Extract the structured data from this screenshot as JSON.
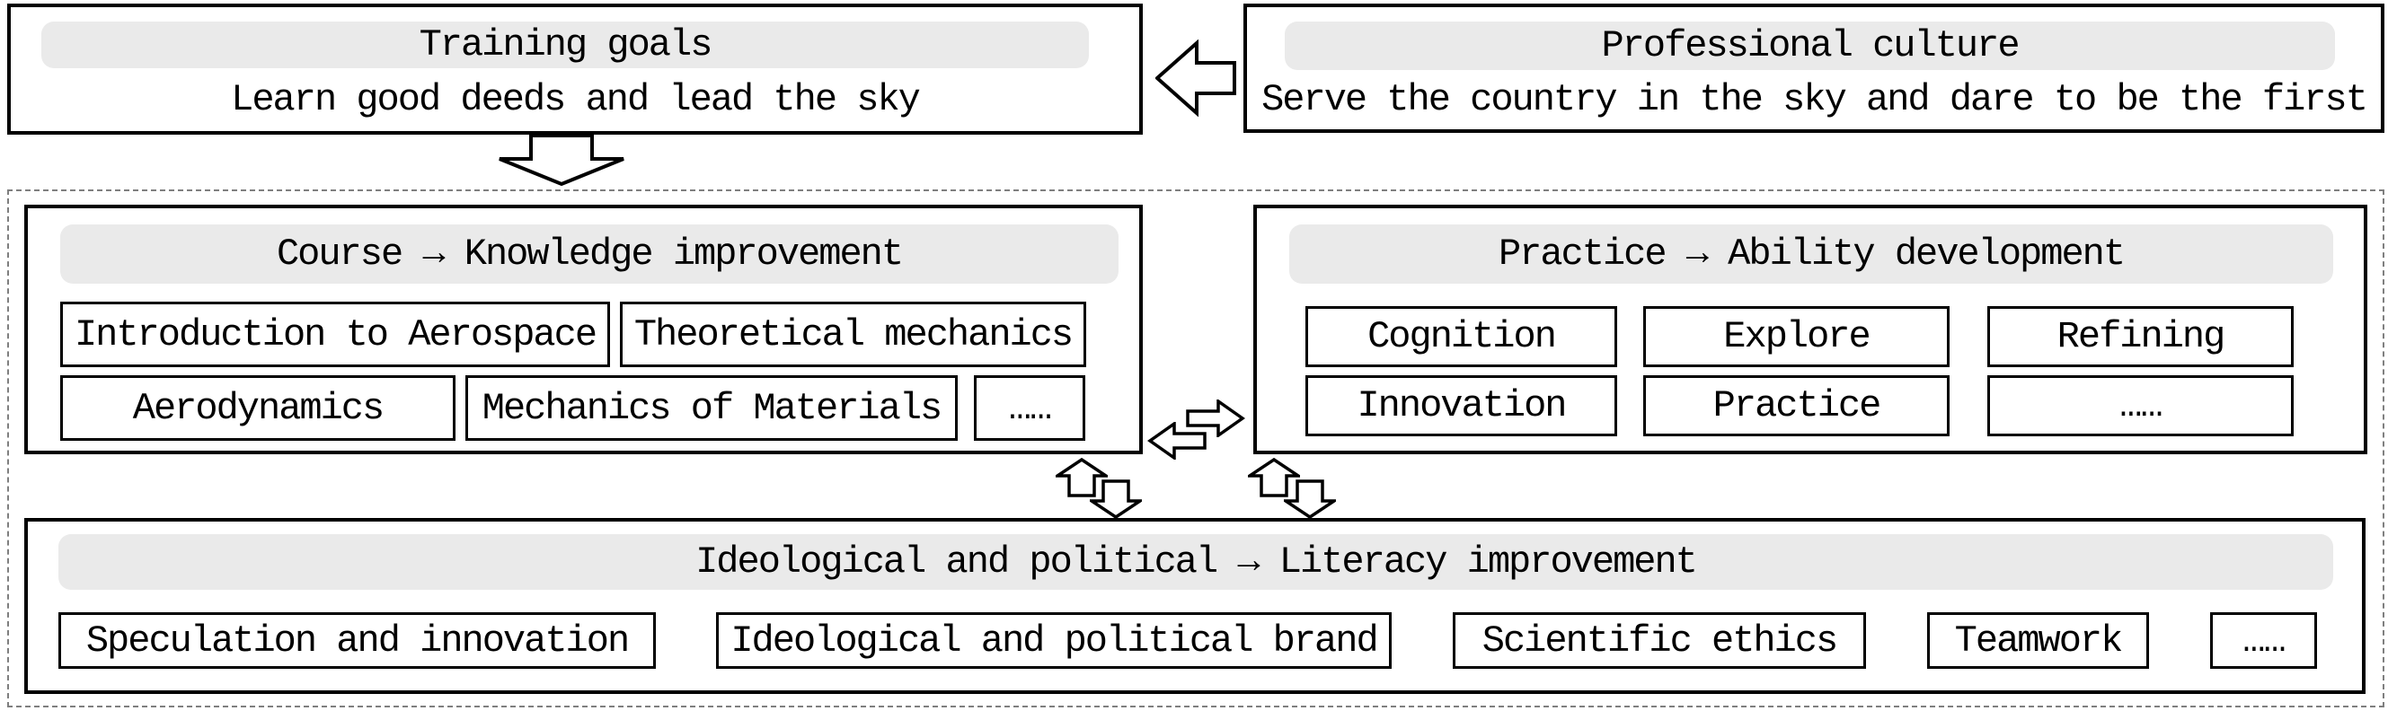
{
  "training": {
    "title": "Training goals",
    "subtitle": "Learn good deeds and lead the sky"
  },
  "culture": {
    "title": "Professional culture",
    "subtitle": "Serve the country in the sky and dare to be the first"
  },
  "course": {
    "title": "Course → Knowledge improvement",
    "rows": [
      [
        "Introduction to Aerospace",
        "Theoretical mechanics"
      ],
      [
        "Aerodynamics",
        "Mechanics of Materials",
        "……"
      ]
    ]
  },
  "practice": {
    "title": "Practice → Ability development",
    "rows": [
      [
        "Cognition",
        "Explore",
        "Refining"
      ],
      [
        "Innovation",
        "Practice",
        "……"
      ]
    ]
  },
  "ideological": {
    "title": "Ideological and political → Literacy improvement",
    "items": [
      "Speculation and innovation",
      "Ideological and political brand",
      "Scientific ethics",
      "Teamwork",
      "……"
    ]
  },
  "icons": {
    "between_top_boxes": "left-block-arrow",
    "below_training": "down-block-arrow",
    "course_practice": "exchange-arrows",
    "vertical_links": "up-down-arrow-pairs"
  },
  "colors": {
    "background": "#ffffff",
    "border": "#000000",
    "header_bg": "#eaeaea",
    "dashed_border": "#7f7f7f"
  }
}
